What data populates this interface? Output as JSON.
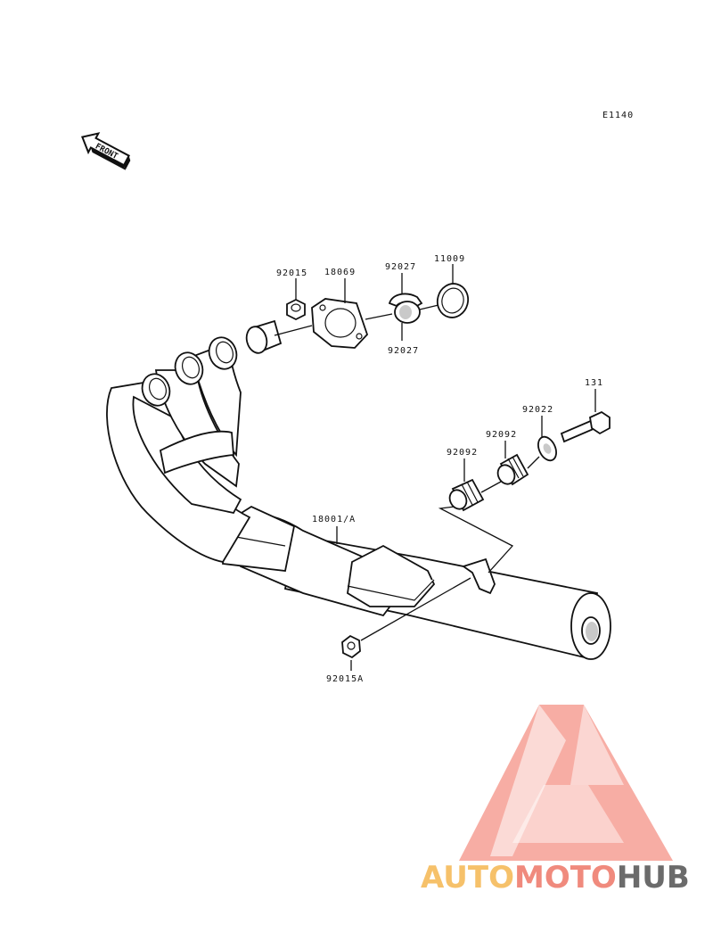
{
  "diagram_code": "E1140",
  "front_label": "FRONT",
  "labels": {
    "p92015": "92015",
    "p18069": "18069",
    "p92027_top": "92027",
    "p11009": "11009",
    "p92027_bottom": "92027",
    "p131": "131",
    "p92022": "92022",
    "p92092_upper": "92092",
    "p92092_lower": "92092",
    "p18001": "18001/A",
    "p92015A": "92015A"
  },
  "watermark": {
    "part1": "AUTO",
    "part2": "MOTO",
    "part3": "HUB",
    "color1": "#f6c16a",
    "color2": "#f08a7d",
    "color3": "#6b6b6b"
  }
}
